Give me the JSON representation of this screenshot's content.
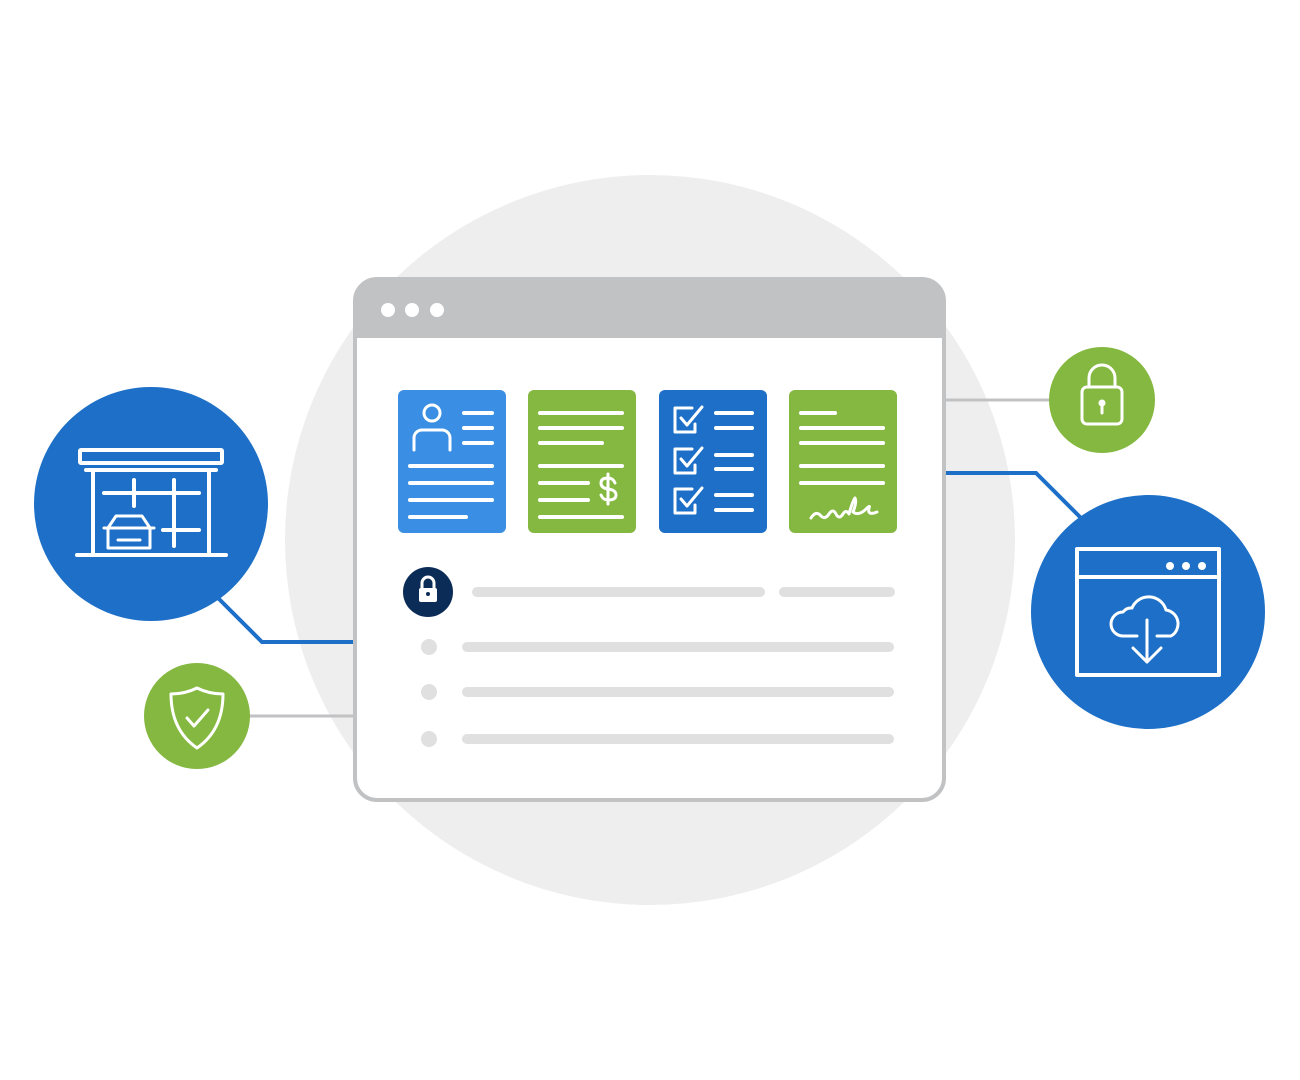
{
  "colors": {
    "background": "#ffffff",
    "backdrop_circle": "#eeeeee",
    "primary_blue": "#1d6fc7",
    "light_blue": "#3a8fe4",
    "green": "#84b840",
    "navy": "#0b2c57",
    "window_chrome": "#c1c2c4",
    "placeholder_bar": "#e0e0e0",
    "connector_gray": "#c1c2c4"
  },
  "browser_window": {
    "header_dots": 3,
    "document_cards": [
      {
        "icon": "resume-profile-document-icon",
        "color": "light_blue"
      },
      {
        "icon": "invoice-dollar-document-icon",
        "color": "green"
      },
      {
        "icon": "checklist-document-icon",
        "color": "primary_blue"
      },
      {
        "icon": "signed-contract-document-icon",
        "color": "green"
      }
    ],
    "secure_row_icon": "lock-icon",
    "list_rows": 3
  },
  "satellites": [
    {
      "icon": "garage-car-icon",
      "color": "primary_blue"
    },
    {
      "icon": "shield-check-icon",
      "color": "green"
    },
    {
      "icon": "padlock-icon",
      "color": "green"
    },
    {
      "icon": "cloud-download-browser-icon",
      "color": "primary_blue"
    }
  ]
}
